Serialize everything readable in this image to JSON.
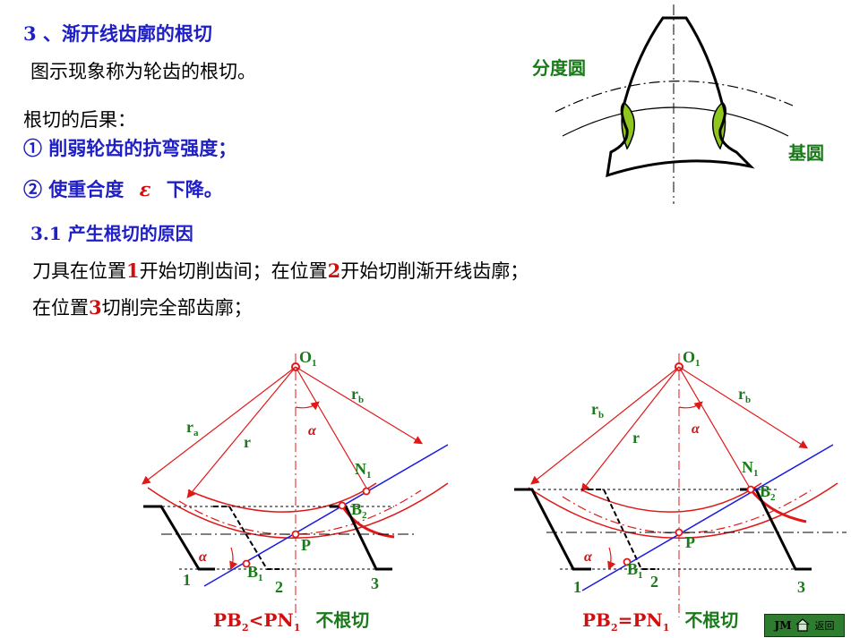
{
  "section_title": "3 、渐开线齿廓的根切",
  "intro": "图示现象称为轮齿的根切。",
  "consequences_title": "根切的后果：",
  "consequence_1": "① 削弱轮齿的抗弯强度；",
  "consequence_2_pre": "② 使重合度",
  "consequence_2_symbol": "ε",
  "consequence_2_post": "下降。",
  "tooth_labels": {
    "pitch_circle": "分度圆",
    "base_circle": "基圆"
  },
  "subsection_title": "3.1 产生根切的原因",
  "reason_line1_a": "刀具在位置",
  "reason_line1_n1": "1",
  "reason_line1_b": "开始切削齿间；在位置",
  "reason_line1_n2": "2",
  "reason_line1_c": "开始切削渐开线齿廓；",
  "reason_line2_a": "在位置",
  "reason_line2_n3": "3",
  "reason_line2_b": "切削完全部齿廓；",
  "diagram_left": {
    "center": "O",
    "center_sub": "1",
    "ra": "r",
    "ra_sub": "a",
    "r": "r",
    "rb": "r",
    "rb_sub": "b",
    "alpha": "α",
    "N": "N",
    "N_sub": "1",
    "B2": "B",
    "B2_sub": "2",
    "B1": "B",
    "B1_sub": "1",
    "P": "P",
    "pos1": "1",
    "pos2": "2",
    "pos3": "3",
    "caption_pb": "PB",
    "caption_pb_sub": "2",
    "caption_rel": "<PN",
    "caption_pn_sub": "1",
    "caption_text": "不根切"
  },
  "diagram_right": {
    "center": "O",
    "center_sub": "1",
    "rb_left": "r",
    "rb_left_sub": "b",
    "r": "r",
    "rb": "r",
    "rb_sub": "b",
    "alpha": "α",
    "N": "N",
    "N_sub": "1",
    "B2": "B",
    "B2_sub": "2",
    "B1": "B",
    "B1_sub": "1",
    "P": "P",
    "pos1": "1",
    "pos2": "2",
    "pos3": "3",
    "caption_pb": "PB",
    "caption_pb_sub": "2",
    "caption_rel": "=PN",
    "caption_pn_sub": "1",
    "caption_text": "不根切"
  },
  "nav": {
    "logo": "JM",
    "back": "返回"
  },
  "colors": {
    "blue": "#1f1fc8",
    "green": "#1a7a1a",
    "red": "#d01010",
    "curve": "#e01818",
    "line": "#1a1ae0"
  }
}
